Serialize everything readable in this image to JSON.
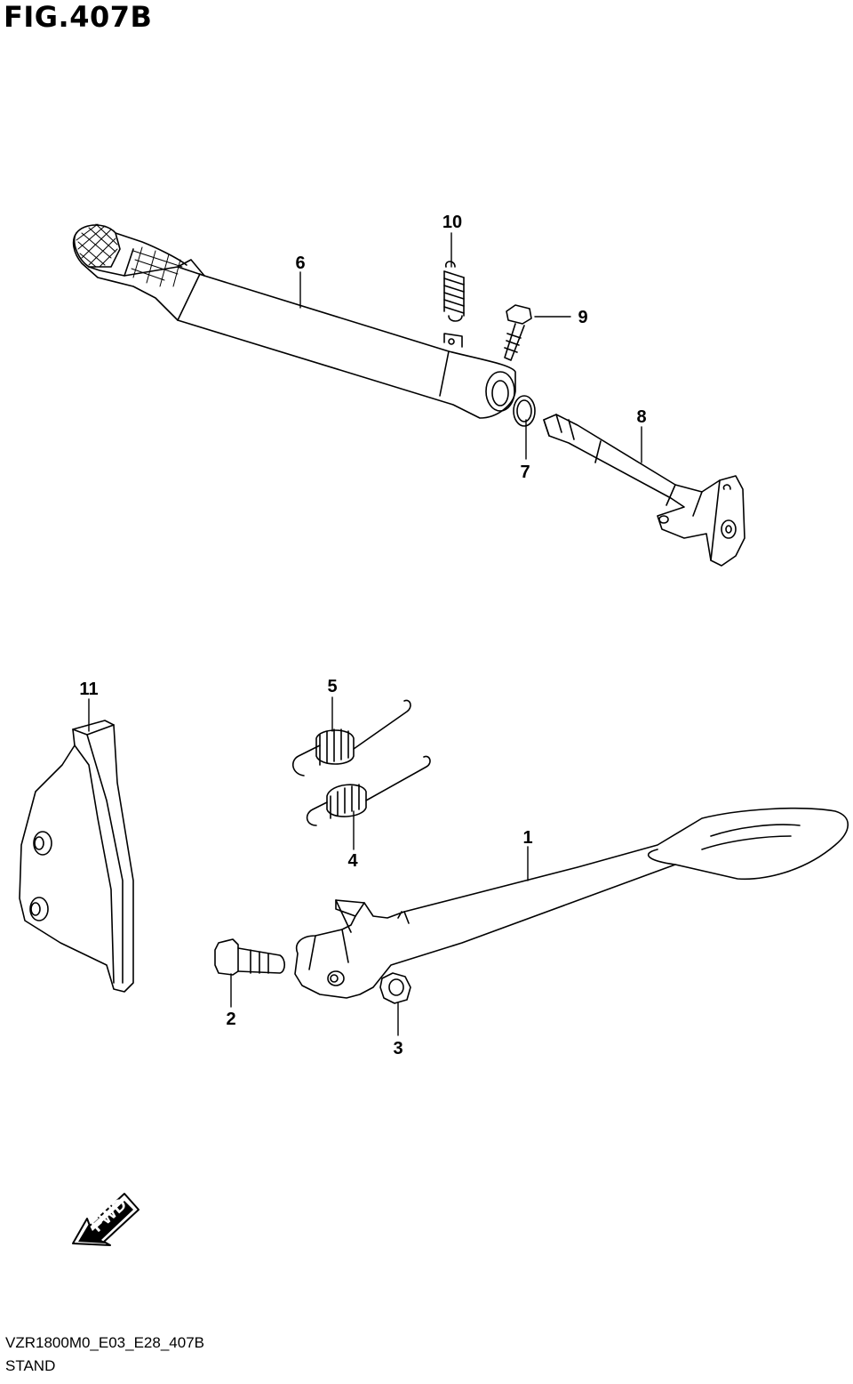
{
  "figure": {
    "title": "FIG.407B"
  },
  "footer": {
    "code": "VZR1800M0_E03_E28_407B",
    "name": "STAND"
  },
  "fwd_arrow": {
    "label": "FWD"
  },
  "callouts": [
    "1",
    "2",
    "3",
    "4",
    "5",
    "6",
    "7",
    "8",
    "9",
    "10",
    "11"
  ],
  "parts": [
    "side-stand-bar",
    "stand-bolt",
    "stand-nut",
    "spring-small",
    "spring-large",
    "stand-lever",
    "washer",
    "stand-shaft",
    "lever-bolt",
    "lever-spring",
    "stand-bracket"
  ]
}
